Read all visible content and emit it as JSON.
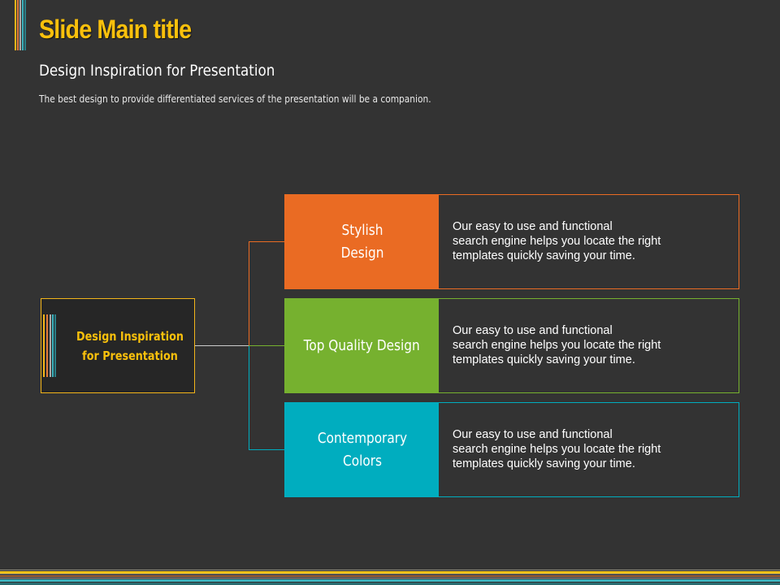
{
  "header": {
    "title": "Slide Main title",
    "subtitle": "Design Inspiration for Presentation",
    "description": "The best design to provide differentiated services of the presentation will be a companion."
  },
  "center_box": {
    "label": "Design Inspiration for Presentation"
  },
  "items": [
    {
      "title": "Stylish Design",
      "text": "Our easy to use and functional\nsearch engine helps you locate the right\ntemplates quickly saving your time.",
      "color": "#ea6b23"
    },
    {
      "title": "Top Quality Design",
      "text": "Our easy to use and functional\nsearch engine helps you locate the right\ntemplates quickly saving your time.",
      "color": "#76b12f"
    },
    {
      "title": "Contemporary Colors",
      "text": "Our easy to use and functional\nsearch engine helps you locate the right\ntemplates quickly saving your time.",
      "color": "#00adbf"
    }
  ],
  "colors": {
    "accent": "#f9c00c",
    "background": "#333333"
  }
}
